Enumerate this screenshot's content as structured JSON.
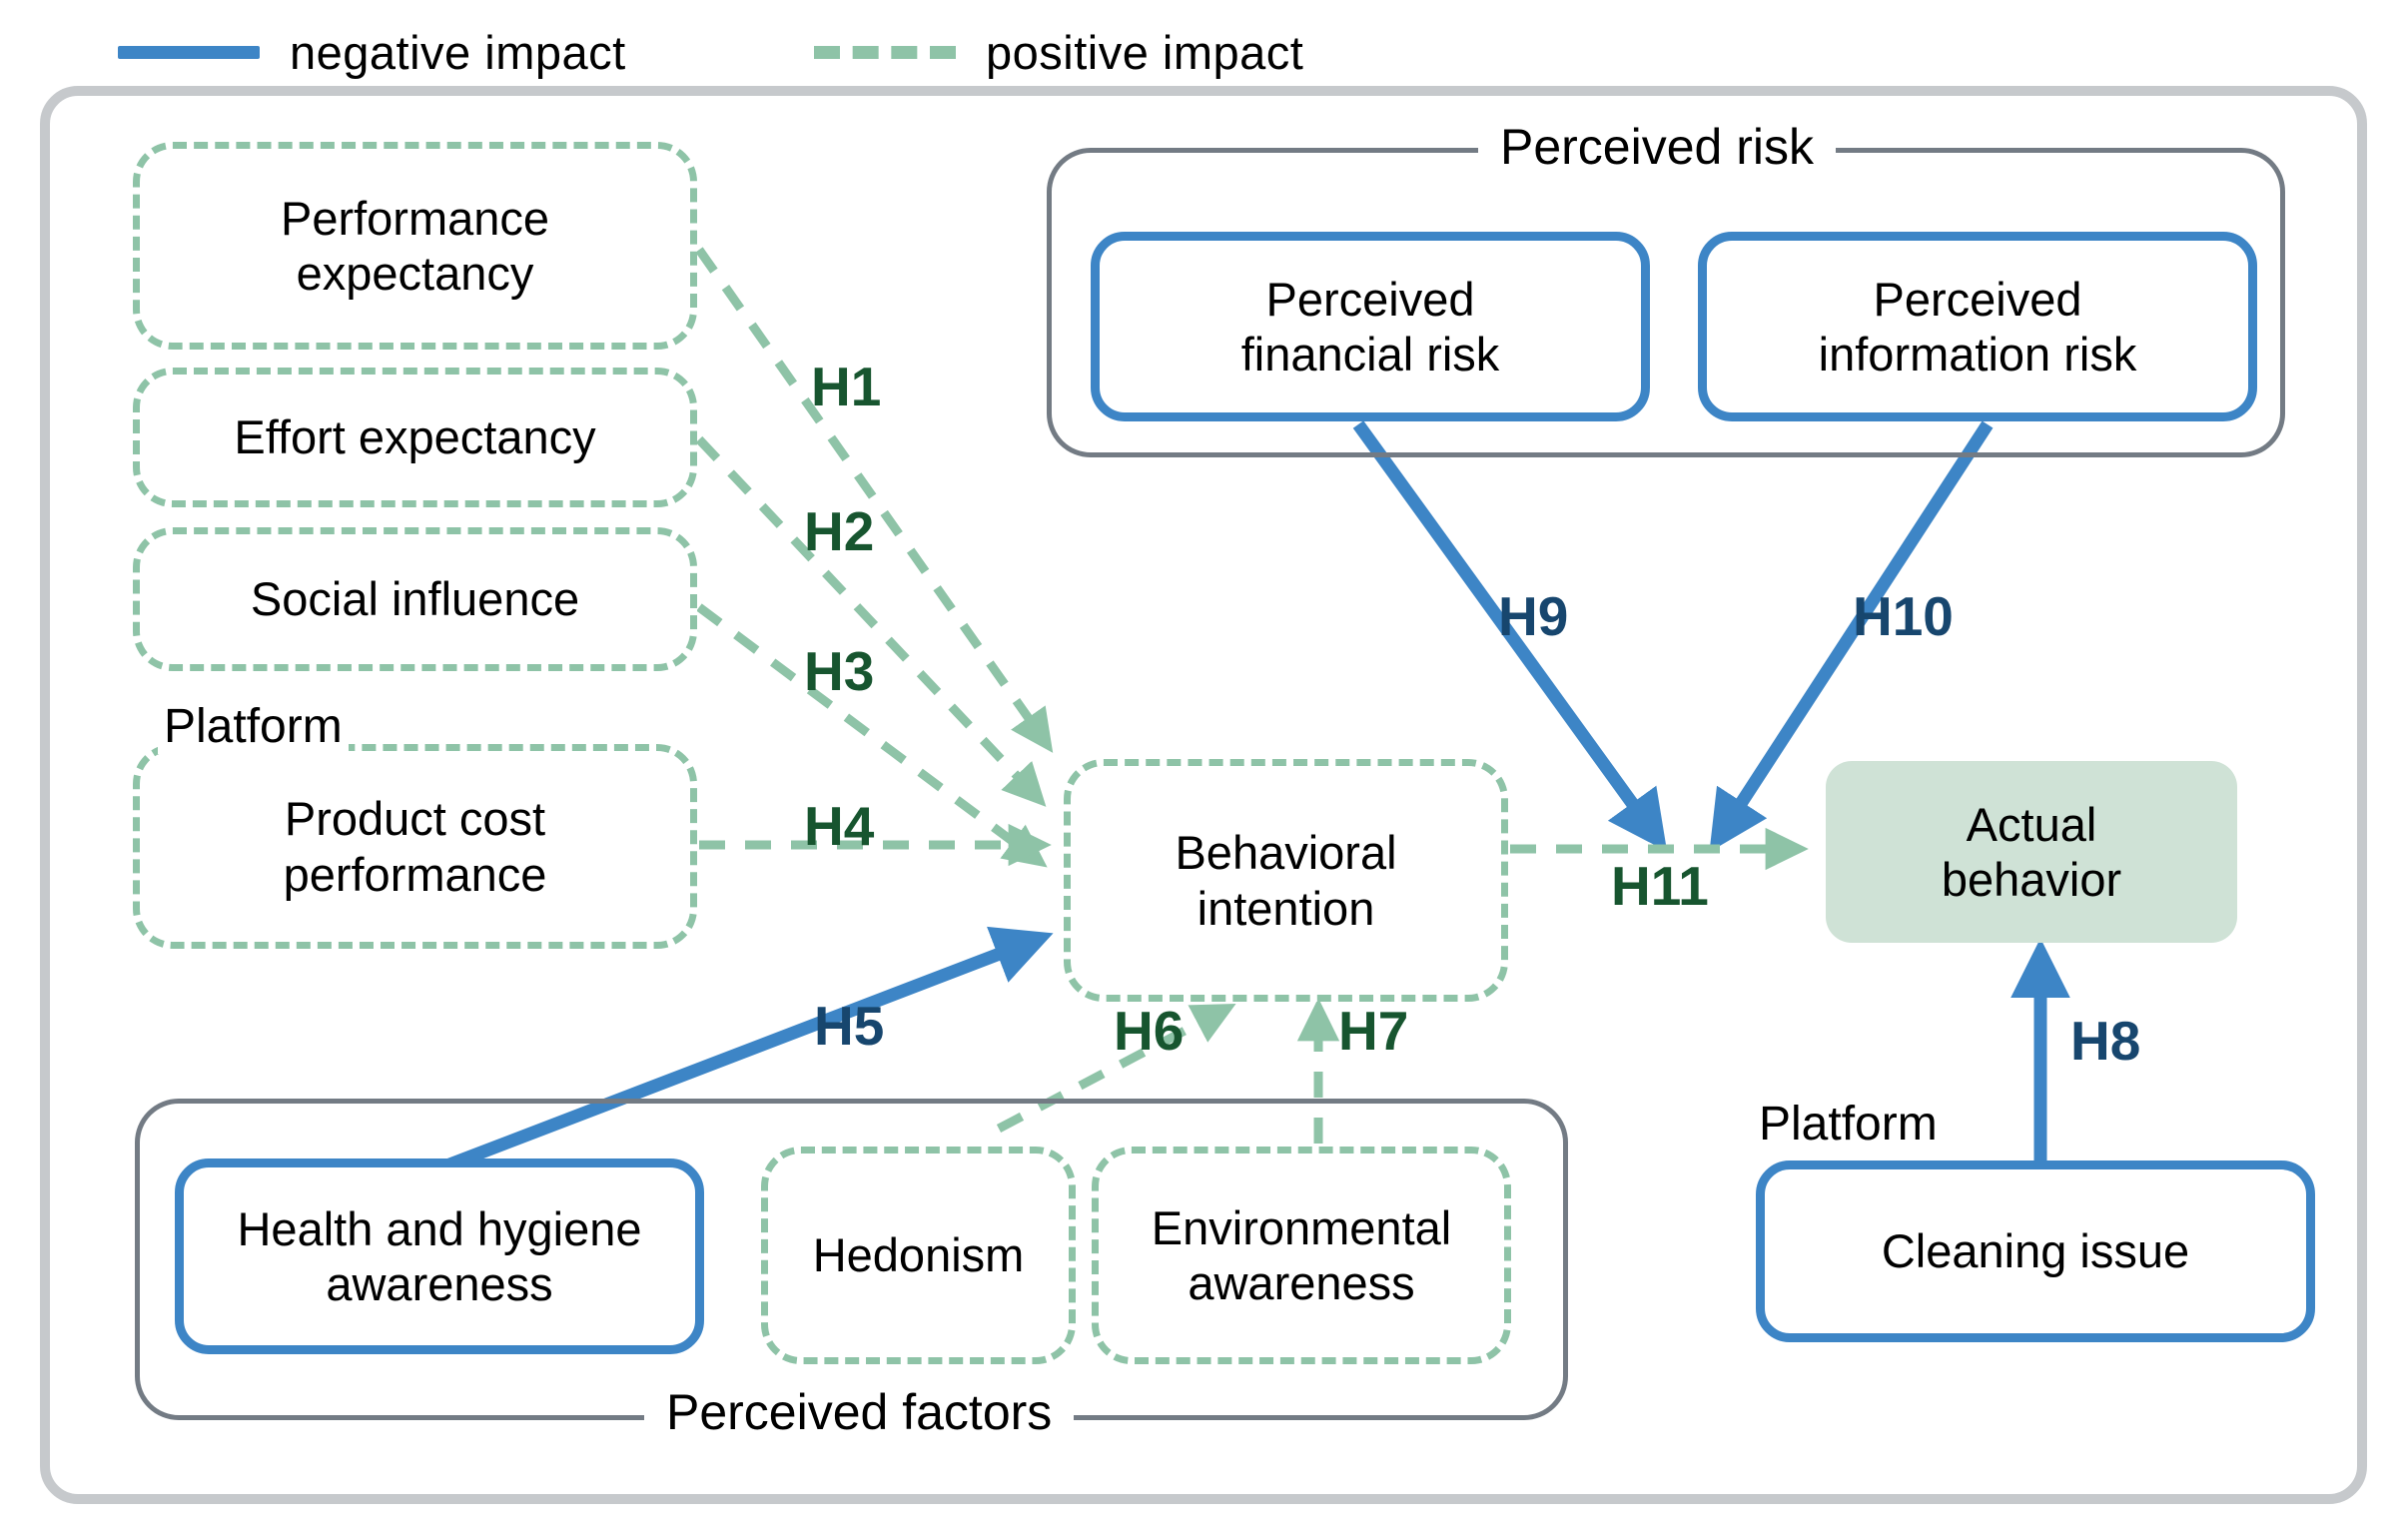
{
  "legend": {
    "items": [
      {
        "id": "negative",
        "label": "negative  impact",
        "style": "solid",
        "color": "#3d85c6"
      },
      {
        "id": "positive",
        "label": "positive  impact",
        "style": "dashed",
        "color": "#8ec3a7"
      }
    ]
  },
  "colors": {
    "positive": "#8ec3a7",
    "negative": "#3d85c6",
    "group_border": "#737b84",
    "outer_frame": "#c6c9cc",
    "label_green": "#17552f",
    "label_blue": "#17466e",
    "actual_behavior_fill": "#cfe2d6"
  },
  "nodes": {
    "performance_expectancy": "Performance\nexpectancy",
    "effort_expectancy": "Effort expectancy",
    "social_influence": "Social influence",
    "product_cost_performance": "Product cost\nperformance",
    "behavioral_intention": "Behavioral\nintention",
    "perceived_financial_risk": "Perceived\nfinancial risk",
    "perceived_information_risk": "Perceived\ninformation risk",
    "actual_behavior": "Actual\nbehavior",
    "health_hygiene_awareness": "Health and hygiene\nawareness",
    "hedonism": "Hedonism",
    "environmental_awareness": "Environmental\nawareness",
    "cleaning_issue": "Cleaning issue"
  },
  "groups": {
    "perceived_risk": "Perceived risk",
    "perceived_factors": "Perceived factors"
  },
  "floating_labels": {
    "platform_left": "Platform",
    "platform_right": "Platform"
  },
  "hypotheses": [
    {
      "id": "H1",
      "label": "H1",
      "type": "positive"
    },
    {
      "id": "H2",
      "label": "H2",
      "type": "positive"
    },
    {
      "id": "H3",
      "label": "H3",
      "type": "positive"
    },
    {
      "id": "H4",
      "label": "H4",
      "type": "positive"
    },
    {
      "id": "H5",
      "label": "H5",
      "type": "negative"
    },
    {
      "id": "H6",
      "label": "H6",
      "type": "positive"
    },
    {
      "id": "H7",
      "label": "H7",
      "type": "positive"
    },
    {
      "id": "H8",
      "label": "H8",
      "type": "negative"
    },
    {
      "id": "H9",
      "label": "H9",
      "type": "negative"
    },
    {
      "id": "H10",
      "label": "H10",
      "type": "negative"
    },
    {
      "id": "H11",
      "label": "H11",
      "type": "positive"
    }
  ],
  "edges": [
    {
      "id": "H1",
      "from": "performance_expectancy",
      "to": "behavioral_intention",
      "impact": "positive"
    },
    {
      "id": "H2",
      "from": "effort_expectancy",
      "to": "behavioral_intention",
      "impact": "positive"
    },
    {
      "id": "H3",
      "from": "social_influence",
      "to": "behavioral_intention",
      "impact": "positive"
    },
    {
      "id": "H4",
      "from": "product_cost_performance",
      "to": "behavioral_intention",
      "impact": "positive"
    },
    {
      "id": "H5",
      "from": "health_hygiene_awareness",
      "to": "behavioral_intention",
      "impact": "negative"
    },
    {
      "id": "H6",
      "from": "hedonism",
      "to": "behavioral_intention",
      "impact": "positive"
    },
    {
      "id": "H7",
      "from": "environmental_awareness",
      "to": "behavioral_intention",
      "impact": "positive"
    },
    {
      "id": "H8",
      "from": "cleaning_issue",
      "to": "actual_behavior",
      "impact": "negative"
    },
    {
      "id": "H9",
      "from": "perceived_financial_risk",
      "to": "actual_behavior",
      "impact": "negative"
    },
    {
      "id": "H10",
      "from": "perceived_information_risk",
      "to": "actual_behavior",
      "impact": "negative"
    },
    {
      "id": "H11",
      "from": "behavioral_intention",
      "to": "actual_behavior",
      "impact": "positive"
    }
  ]
}
